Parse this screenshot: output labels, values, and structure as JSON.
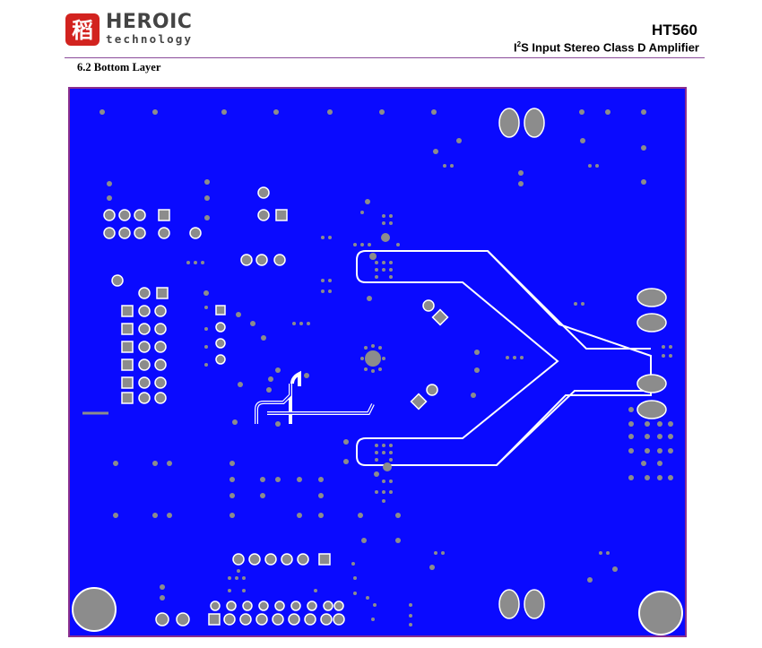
{
  "header": {
    "brand_name": "HEROIC",
    "brand_sub": "technology",
    "part_number": "HT560",
    "title_prefix": "I",
    "title_sup": "2",
    "title_rest": "S Input Stereo Class D Amplifier"
  },
  "section": {
    "number_and_title": "6.2   Bottom Layer"
  },
  "colors": {
    "copper": "#0a0aff",
    "pad": "#8c8c8c",
    "outline": "#8a2e8e",
    "trace_edge": "#ffffff",
    "logo_red": "#d2231f",
    "header_rule": "#8a4b9a"
  }
}
